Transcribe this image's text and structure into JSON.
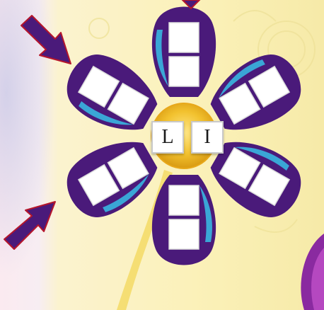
{
  "puzzle": {
    "center_letters": [
      "L",
      "I"
    ],
    "petal_count": 6,
    "boxes_per_petal": 2
  },
  "colors": {
    "petal": "#4a1a7a",
    "petal_accent": "#3aa6d6",
    "center": "#f2c12e",
    "arrow": "#4a1a7a",
    "arrow_border": "#b5162c",
    "stem": "#f4dc6a"
  },
  "icons": [
    "arrow-icon",
    "arrow-icon",
    "arrow-icon"
  ]
}
